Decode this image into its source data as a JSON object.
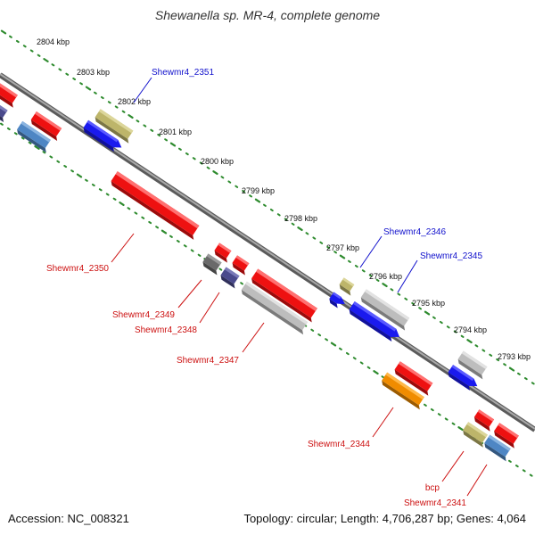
{
  "title": "Shewanella sp. MR-4, complete genome",
  "footer": {
    "accession": "Accession: NC_008321",
    "summary": "Topology: circular; Length: 4,706,287 bp; Genes: 4,064"
  },
  "colors": {
    "backbone": "#7a7a7a",
    "tick": "#2e8b2e",
    "label_forward": "#1010cc",
    "label_reverse": "#cc1010"
  },
  "ruler": {
    "labels": [
      "2804 kbp",
      "2803 kbp",
      "2802 kbp",
      "2801 kbp",
      "2800 kbp",
      "2799 kbp",
      "2798 kbp",
      "2797 kbp",
      "2796 kbp",
      "2795 kbp",
      "2794 kbp",
      "2793 kbp"
    ]
  },
  "genes": [
    {
      "name": "Shewmr4_2351",
      "strand": "forward"
    },
    {
      "name": "Shewmr4_2346",
      "strand": "forward"
    },
    {
      "name": "Shewmr4_2345",
      "strand": "forward"
    },
    {
      "name": "Shewmr4_2350",
      "strand": "reverse"
    },
    {
      "name": "Shewmr4_2349",
      "strand": "reverse"
    },
    {
      "name": "Shewmr4_2348",
      "strand": "reverse"
    },
    {
      "name": "Shewmr4_2347",
      "strand": "reverse"
    },
    {
      "name": "Shewmr4_2344",
      "strand": "reverse"
    },
    {
      "name": "bcp",
      "strand": "reverse"
    },
    {
      "name": "Shewmr4_2341",
      "strand": "reverse"
    }
  ]
}
